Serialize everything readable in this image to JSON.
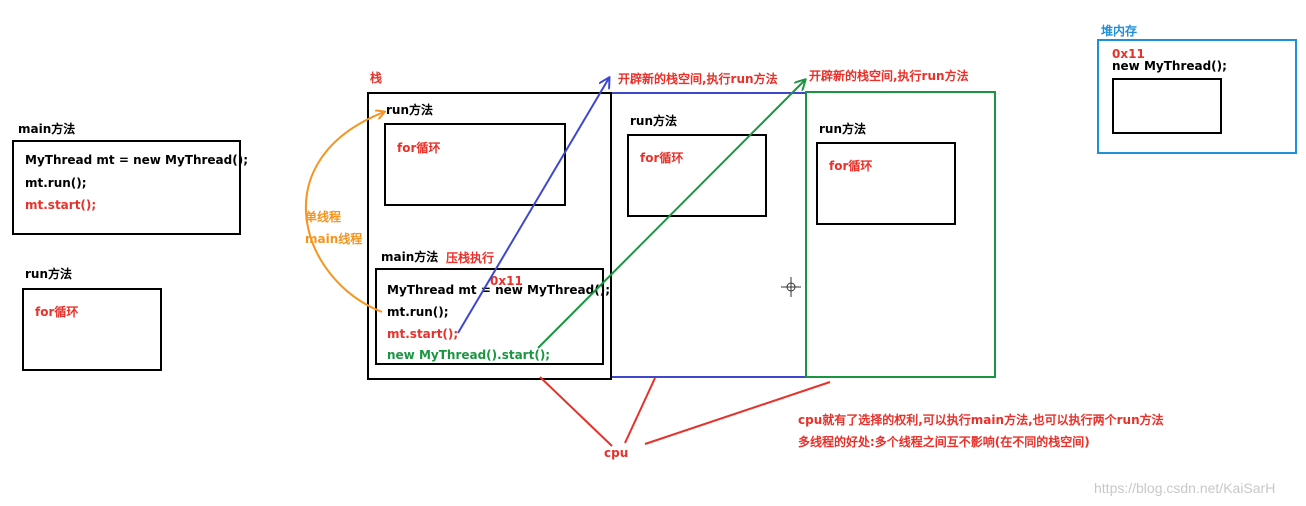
{
  "left_main": {
    "title": "main方法",
    "line1": "MyThread mt = new MyThread();",
    "line2": "mt.run();",
    "line3": "mt.start();"
  },
  "left_run": {
    "title": "run方法",
    "loop": "for循环"
  },
  "stack": {
    "label": "栈",
    "run_title": "run方法",
    "run_loop": "for循环",
    "main_title": "main方法",
    "push_label": "压栈执行",
    "address": "0x11",
    "line1": "MyThread mt = new MyThread();",
    "line2": "mt.run();",
    "line3": "mt.start();",
    "line4": "new MyThread().start();"
  },
  "single_thread": {
    "label1": "单线程",
    "label2": "main线程"
  },
  "new_stack_1": {
    "label": "开辟新的栈空间,执行run方法",
    "run_title": "run方法",
    "loop": "for循环"
  },
  "new_stack_2": {
    "label": "开辟新的栈空间,执行run方法",
    "run_title": "run方法",
    "loop": "for循环"
  },
  "heap": {
    "label": "堆内存",
    "address": "0x11",
    "object": "new MyThread();"
  },
  "cpu": {
    "label": "cpu",
    "note1": "cpu就有了选择的权利,可以执行main方法,也可以执行两个run方法",
    "note2": "多线程的好处:多个线程之间互不影响(在不同的栈空间)"
  },
  "watermark": "https://blog.csdn.net/KaiSarH",
  "colors": {
    "red": "#e8312a",
    "orange": "#f7941d",
    "blue": "#3f48cc",
    "green": "#1a9641",
    "heap_blue": "#1e90d8"
  }
}
